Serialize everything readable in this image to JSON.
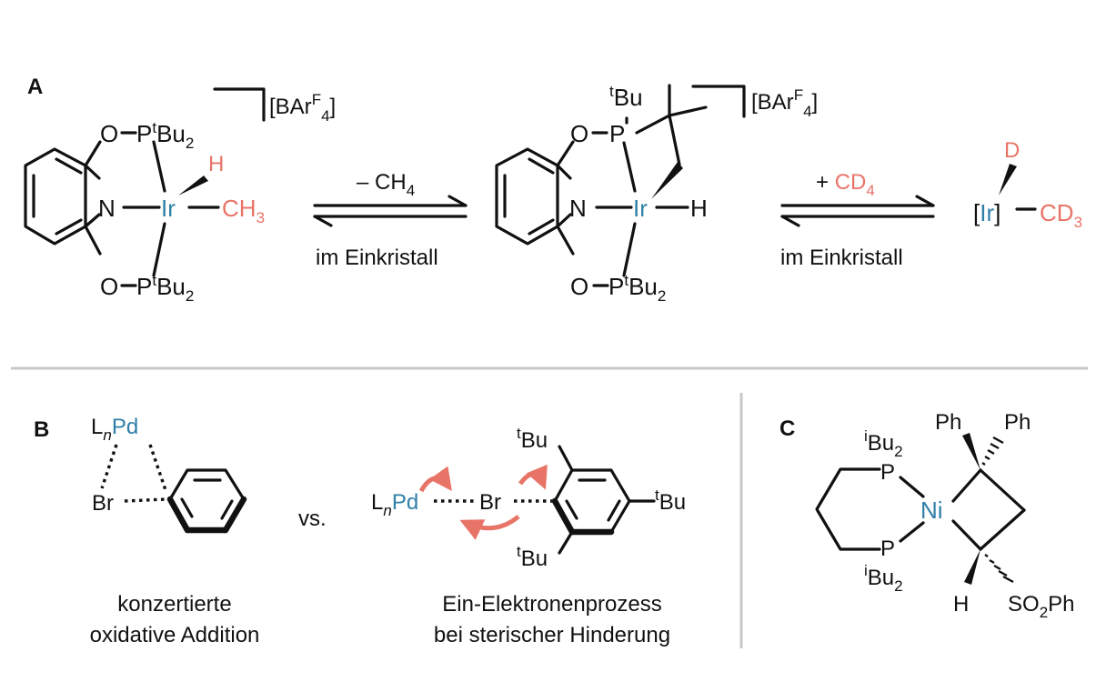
{
  "colors": {
    "accent_red": "#e87468",
    "accent_blue": "#2f7fa8",
    "ink": "#111111",
    "separator": "#c8c8c8"
  },
  "panel_a": {
    "label": "A",
    "counterion_1": "[BAr",
    "counterion_F": "F",
    "counterion_4": "4",
    "counterion_close": "]",
    "reactant": {
      "o1": "O",
      "o2": "O",
      "n": "N",
      "ir": "Ir",
      "h": "H",
      "p_top": "P",
      "p_top_t": "t",
      "p_top_bu": "Bu",
      "p_top_2": "2",
      "p_bot": "P",
      "p_bot_t": "t",
      "p_bot_bu": "Bu",
      "p_bot_2": "2",
      "ch3": "CH",
      "ch3_sub": "3"
    },
    "arrow1": {
      "top": "– CH",
      "top_sub": "4",
      "bottom": "im Einkristall"
    },
    "intermediate": {
      "o1": "O",
      "o2": "O",
      "n": "N",
      "ir": "Ir",
      "h": "H",
      "p_top": "P",
      "tbu_t": "t",
      "tbu_bu": "Bu",
      "p_bot": "P",
      "p_bot_t": "t",
      "p_bot_bu": "Bu",
      "p_bot_2": "2"
    },
    "arrow2": {
      "top_plus": "+ ",
      "top": "CD",
      "top_sub": "4",
      "bottom": "im Einkristall"
    },
    "product": {
      "d": "D",
      "ir_open": "[",
      "ir": "Ir",
      "ir_close": "]",
      "cd3": "CD",
      "cd3_sub": "3"
    }
  },
  "panel_b": {
    "label": "B",
    "left": {
      "l": "L",
      "n": "n",
      "pd": "Pd",
      "br": "Br"
    },
    "vs": "vs.",
    "right": {
      "l": "L",
      "n": "n",
      "pd": "Pd",
      "br": "Br",
      "tbu_t": "t",
      "tbu_bu": "Bu"
    },
    "caption_left_1": "konzertierte",
    "caption_left_2": "oxidative Addition",
    "caption_right_1": "Ein-Elektronenprozess",
    "caption_right_2": "bei sterischer Hinderung"
  },
  "panel_c": {
    "label": "C",
    "ni": "Ni",
    "p1": "P",
    "p2": "P",
    "ibu_i": "i",
    "ibu_bu": "Bu",
    "ibu_2": "2",
    "ph1": "Ph",
    "ph2": "Ph",
    "h": "H",
    "so2ph_so": "SO",
    "so2ph_2": "2",
    "so2ph_ph": "Ph"
  }
}
